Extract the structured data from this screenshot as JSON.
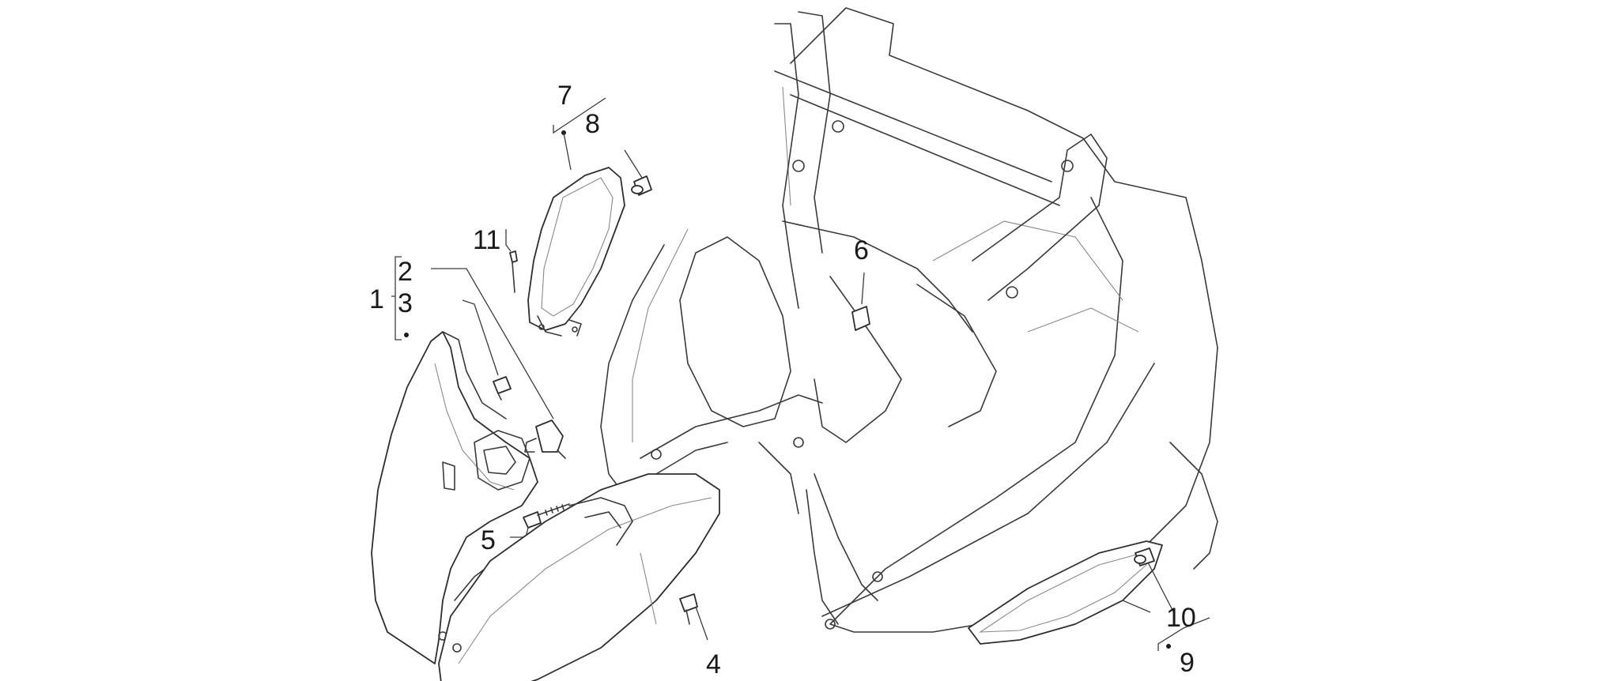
{
  "callouts": {
    "c1": "1",
    "c2": "2",
    "c3": "3",
    "c4": "4",
    "c5": "5",
    "c6": "6",
    "c7": "7",
    "c8": "8",
    "c9": "9",
    "c10": "10",
    "c11": "11"
  },
  "colors": {
    "line": "#3a3a3a",
    "text": "#1a1a1a",
    "background": "#ffffff"
  }
}
